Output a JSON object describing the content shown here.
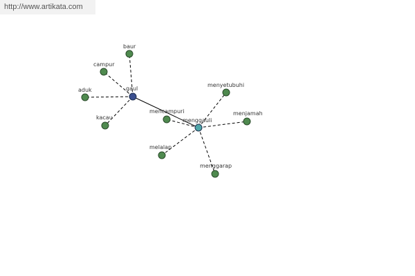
{
  "source": {
    "url_text": "http://www.artikata.com"
  },
  "colors": {
    "leaf": "#4f8a4f",
    "hub_gaul": "#3b4f8f",
    "hub_menggauli": "#4fa6a8"
  },
  "nodes": [
    {
      "id": "gaul",
      "label": "gaul",
      "kind": "hub",
      "color": "#3b4f8f"
    },
    {
      "id": "menggauli",
      "label": "menggauli",
      "kind": "hub",
      "color": "#4fa6a8"
    },
    {
      "id": "baur",
      "label": "baur",
      "kind": "leaf",
      "color": "#4f8a4f"
    },
    {
      "id": "campur",
      "label": "campur",
      "kind": "leaf",
      "color": "#4f8a4f"
    },
    {
      "id": "aduk",
      "label": "aduk",
      "kind": "leaf",
      "color": "#4f8a4f"
    },
    {
      "id": "kacau",
      "label": "kacau",
      "kind": "leaf",
      "color": "#4f8a4f"
    },
    {
      "id": "mencampuri",
      "label": "mencampuri",
      "kind": "leaf",
      "color": "#4f8a4f"
    },
    {
      "id": "menyetubuhi",
      "label": "menyetubuhi",
      "kind": "leaf",
      "color": "#4f8a4f"
    },
    {
      "id": "menjamah",
      "label": "menjamah",
      "kind": "leaf",
      "color": "#4f8a4f"
    },
    {
      "id": "melalap",
      "label": "melalap",
      "kind": "leaf",
      "color": "#4f8a4f"
    },
    {
      "id": "menggarap",
      "label": "menggarap",
      "kind": "leaf",
      "color": "#4f8a4f"
    }
  ],
  "edges": [
    {
      "from": "gaul",
      "to": "baur",
      "style": "dashed"
    },
    {
      "from": "gaul",
      "to": "campur",
      "style": "dashed"
    },
    {
      "from": "gaul",
      "to": "aduk",
      "style": "dashed"
    },
    {
      "from": "gaul",
      "to": "kacau",
      "style": "dashed"
    },
    {
      "from": "gaul",
      "to": "menggauli",
      "style": "solid"
    },
    {
      "from": "menggauli",
      "to": "mencampuri",
      "style": "dashed"
    },
    {
      "from": "menggauli",
      "to": "menyetubuhi",
      "style": "dashed"
    },
    {
      "from": "menggauli",
      "to": "menjamah",
      "style": "dashed"
    },
    {
      "from": "menggauli",
      "to": "melalap",
      "style": "dashed"
    },
    {
      "from": "menggauli",
      "to": "menggarap",
      "style": "dashed"
    }
  ]
}
